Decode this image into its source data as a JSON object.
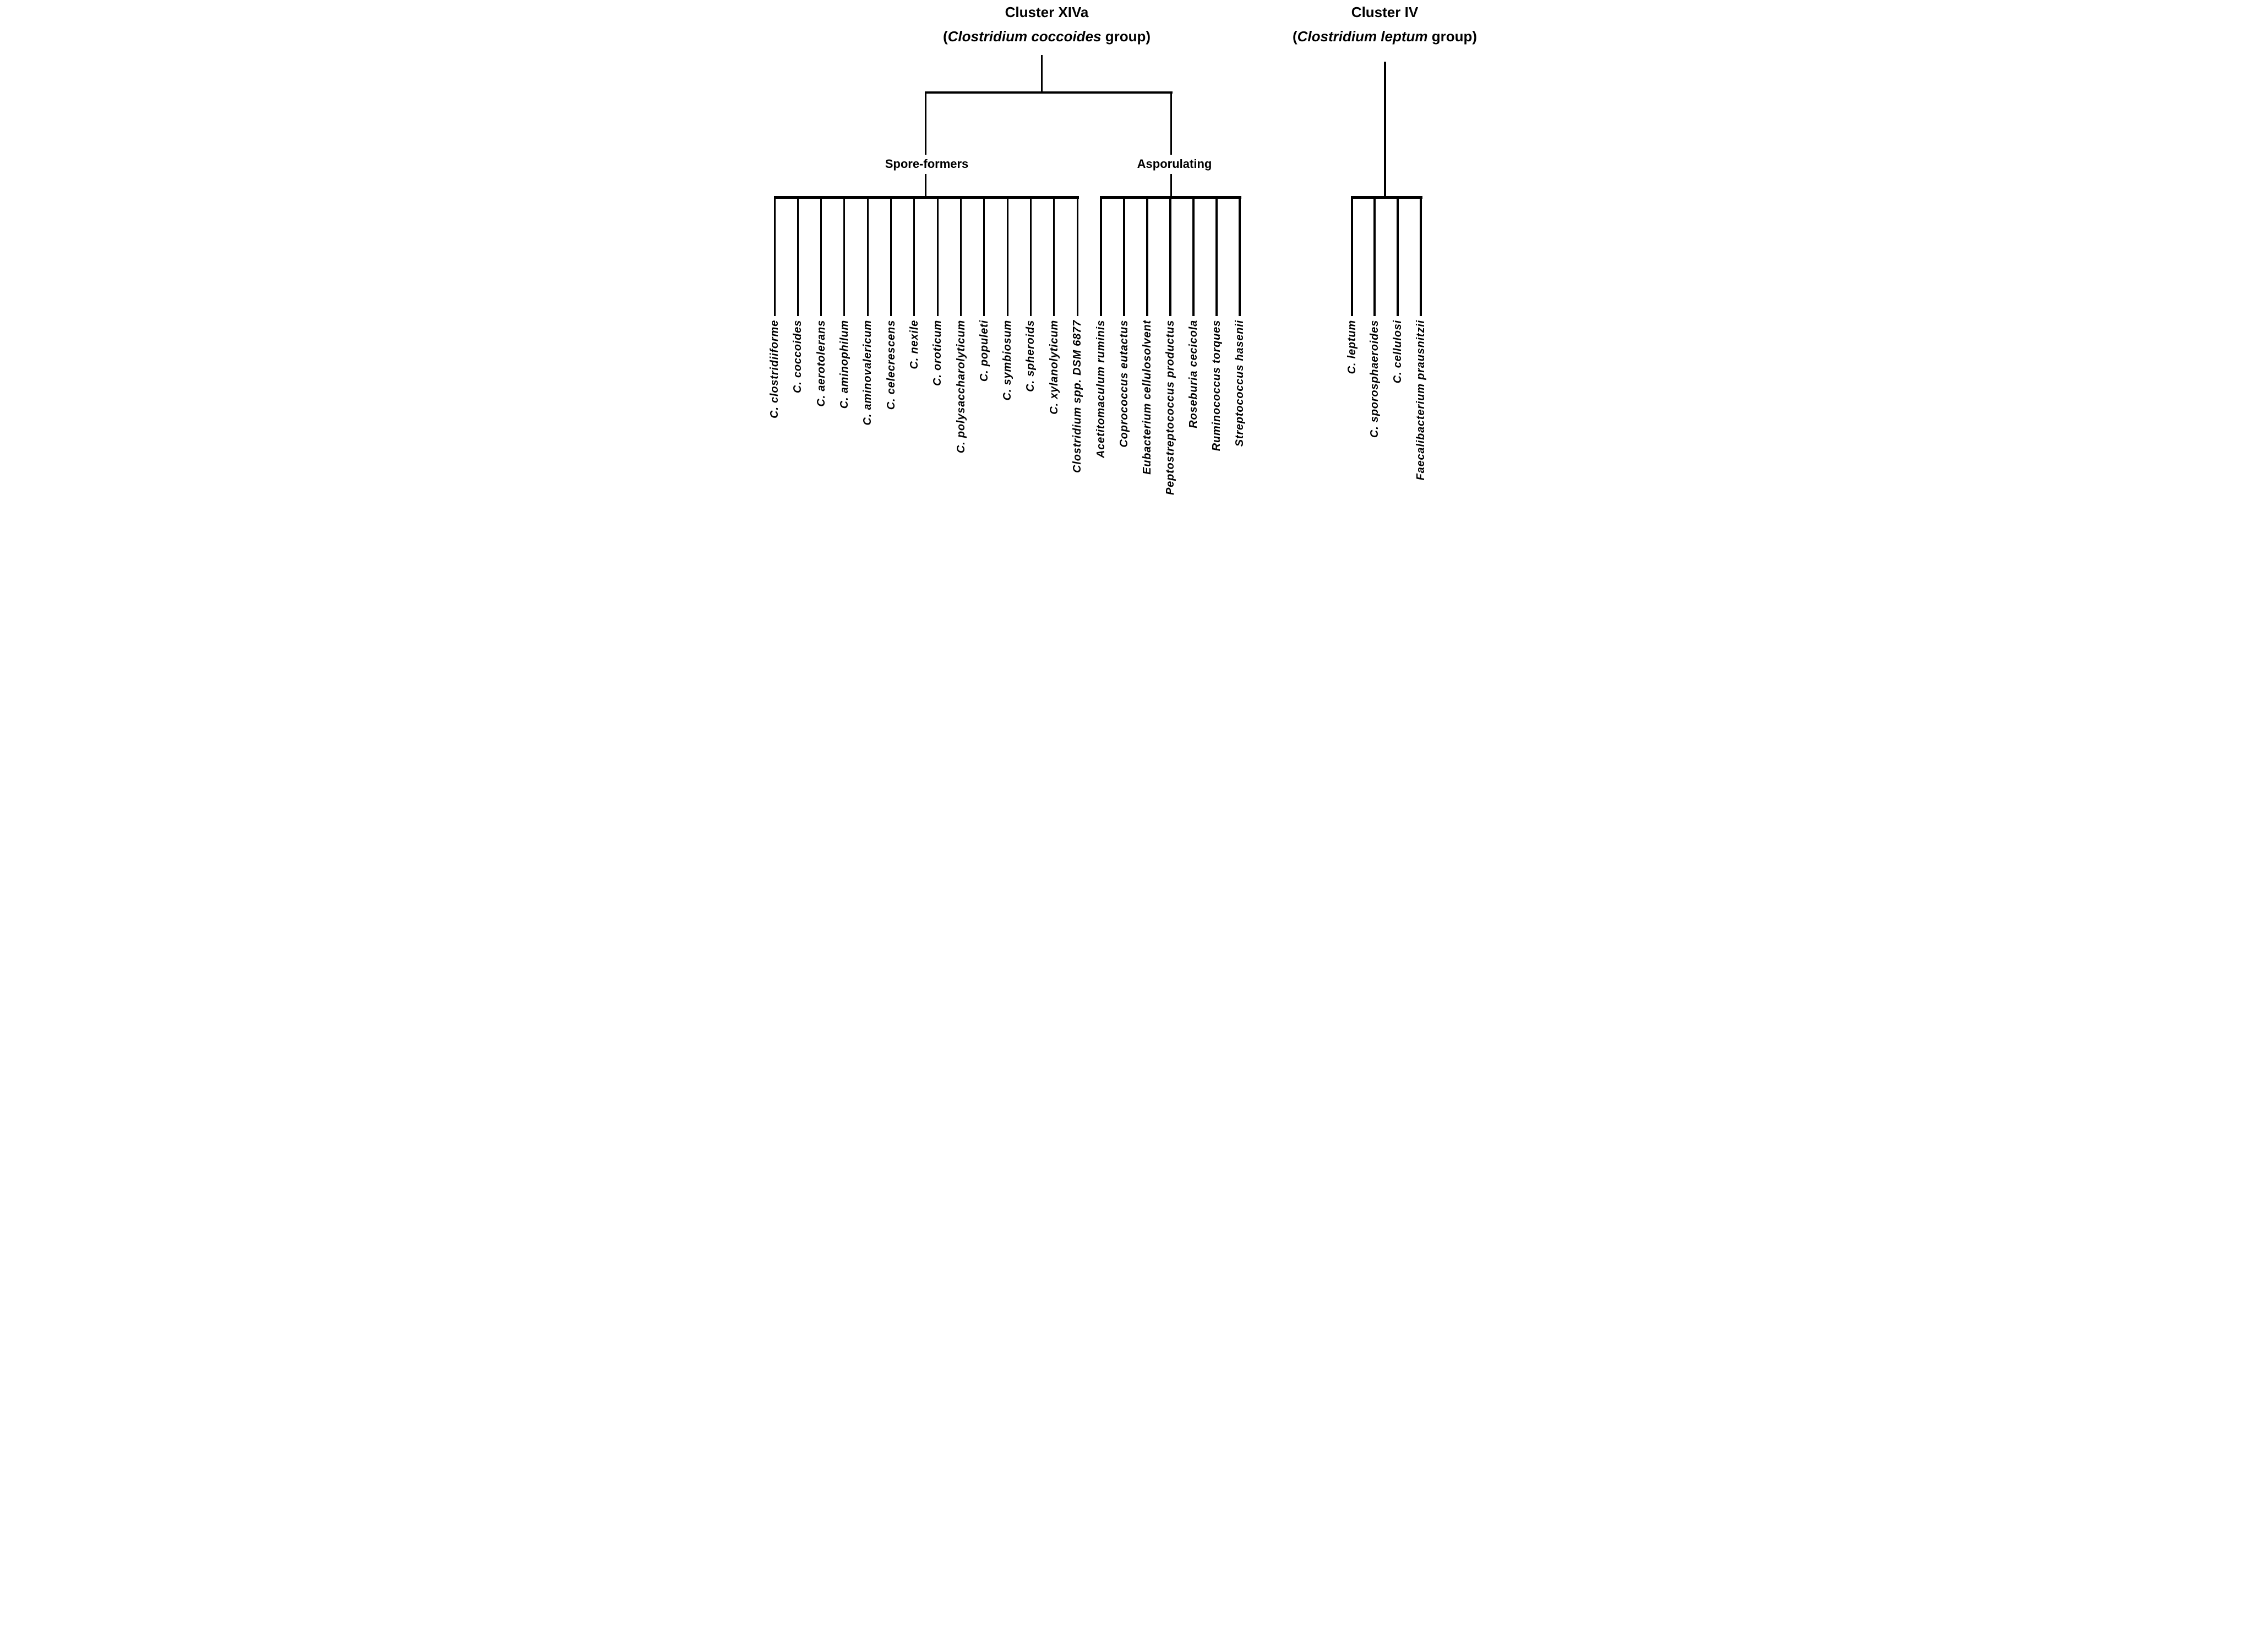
{
  "figure_type": "phylogenetic-grouping-diagram",
  "colors": {
    "background": "#ffffff",
    "lines": "#000000",
    "text": "#000000"
  },
  "clusters": {
    "xiva": {
      "title": "Cluster XIVa",
      "subtitle_open": "(",
      "subtitle_italic": "Clostridium coccoides",
      "subtitle_rest": " group)",
      "branches": [
        {
          "label": "Spore-formers",
          "species": [
            "C. clostridiiforme",
            "C. coccoides",
            "C. aerotolerans",
            "C. aminophilum",
            "C. aminovalericum",
            "C. celecrescens",
            "C. nexile",
            "C. oroticum",
            "C. polysaccharolyticum",
            "C. populeti",
            "C. symbiosum",
            "C. spheroids",
            "C. xylanolyticum",
            "Clostridium spp. DSM 6877"
          ]
        },
        {
          "label": "Asporulating",
          "species": [
            "Acetitomaculum ruminis",
            "Coprococcus eutactus",
            "Eubacterium cellulosolvent",
            "Peptostreptococcus productus",
            "Roseburia cecicola",
            "Ruminococcus torques",
            "Streptococcus hasenii"
          ]
        }
      ]
    },
    "iv": {
      "title": "Cluster IV",
      "subtitle_open": "(",
      "subtitle_italic": "Clostridium leptum",
      "subtitle_rest": " group)",
      "species": [
        "C. leptum",
        "C. sporosphaeroides",
        "C. cellulosi",
        "Faecalibacterium prausnitzii"
      ]
    }
  }
}
